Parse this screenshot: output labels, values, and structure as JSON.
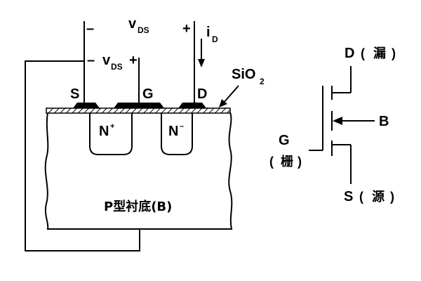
{
  "diagram": {
    "vds_top": {
      "v": "v",
      "sub": "DS",
      "minus": "–",
      "plus": "+"
    },
    "vgs": {
      "minus": "–",
      "v": "v",
      "sub": "DS",
      "plus": "+"
    },
    "id_label": {
      "i": "i",
      "sub": "D"
    },
    "terminals": {
      "source": "S",
      "gate": "G",
      "drain": "D"
    },
    "oxide": {
      "main": "SiO",
      "sub": "2"
    },
    "regions": {
      "n_plus": {
        "base": "N",
        "sup": "+"
      },
      "n_minus": {
        "base": "N",
        "sup": "–"
      },
      "substrate": "P型衬底(B)"
    }
  },
  "symbol": {
    "drain": {
      "letter": "D",
      "paren_open": "(",
      "name": "漏",
      "paren_close": ")"
    },
    "gate": {
      "letter": "G",
      "paren_open": "(",
      "name": "栅",
      "paren_close": ")"
    },
    "source": {
      "letter": "S",
      "paren_open": "(",
      "name": "源",
      "paren_close": ")"
    },
    "bulk": "B"
  }
}
